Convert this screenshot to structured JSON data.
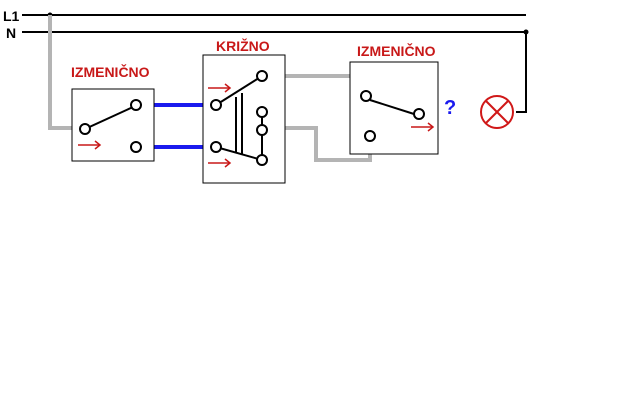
{
  "lines": {
    "l1": "L1",
    "n": "N"
  },
  "switches": {
    "left": "IZMENIČNO",
    "middle": "KRIŽNO",
    "right": "IZMENIČNO"
  },
  "question_mark": "?",
  "colors": {
    "label_red": "#c81818",
    "wire_blue": "#1a1aee",
    "wire_gray": "#b4b4b4",
    "question_blue": "#1a1aee",
    "lamp_red": "#d01818",
    "line_black": "#000000"
  }
}
